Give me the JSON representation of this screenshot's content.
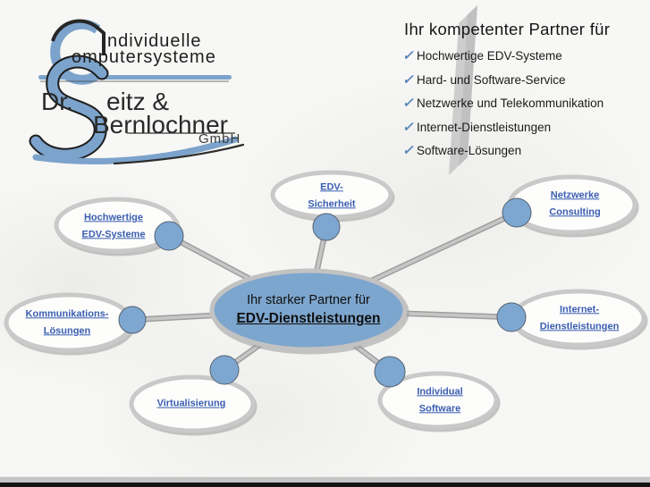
{
  "logo": {
    "individuelle": "ndividuelle",
    "computersysteme": "omputersysteme",
    "dr": "Dr.",
    "seitz": "eitz &",
    "bernlochner": "Bernlochner",
    "gmbh": "GmbH"
  },
  "services": {
    "heading": "Ihr kompetenter Partner für",
    "check": "✓",
    "items": [
      "Hochwertige EDV-Systeme",
      "Hard- und Software-Service",
      "Netzwerke und Telekommunikation",
      "Internet-Dienstleistungen",
      "Software-Lösungen"
    ]
  },
  "diagram": {
    "center": {
      "line1": "Ihr starker Partner für",
      "line2": "EDV-Dienstleistungen"
    },
    "nodes": [
      {
        "id": "hochwertige-edv-systeme",
        "label": "Hochwertige\nEDV-Systeme"
      },
      {
        "id": "edv-sicherheit",
        "label": "EDV-\nSicherheit"
      },
      {
        "id": "netzwerke-consulting",
        "label": "Netzwerke\nConsulting"
      },
      {
        "id": "kommunikations-loesungen",
        "label": "Kommunikations-\nLösungen"
      },
      {
        "id": "internet-dienstleistungen",
        "label": "Internet-\nDienstleistungen"
      },
      {
        "id": "virtualisierung",
        "label": "Virtualisierung"
      },
      {
        "id": "individual-software",
        "label": "Individual\nSoftware"
      }
    ]
  },
  "colors": {
    "brand_blue": "#7CA3CB",
    "node_fill": "#7DA6CE",
    "link_blue": "#3A5EB0",
    "check_blue": "#5B87BB",
    "ring_gray": "#C9C9C9"
  }
}
